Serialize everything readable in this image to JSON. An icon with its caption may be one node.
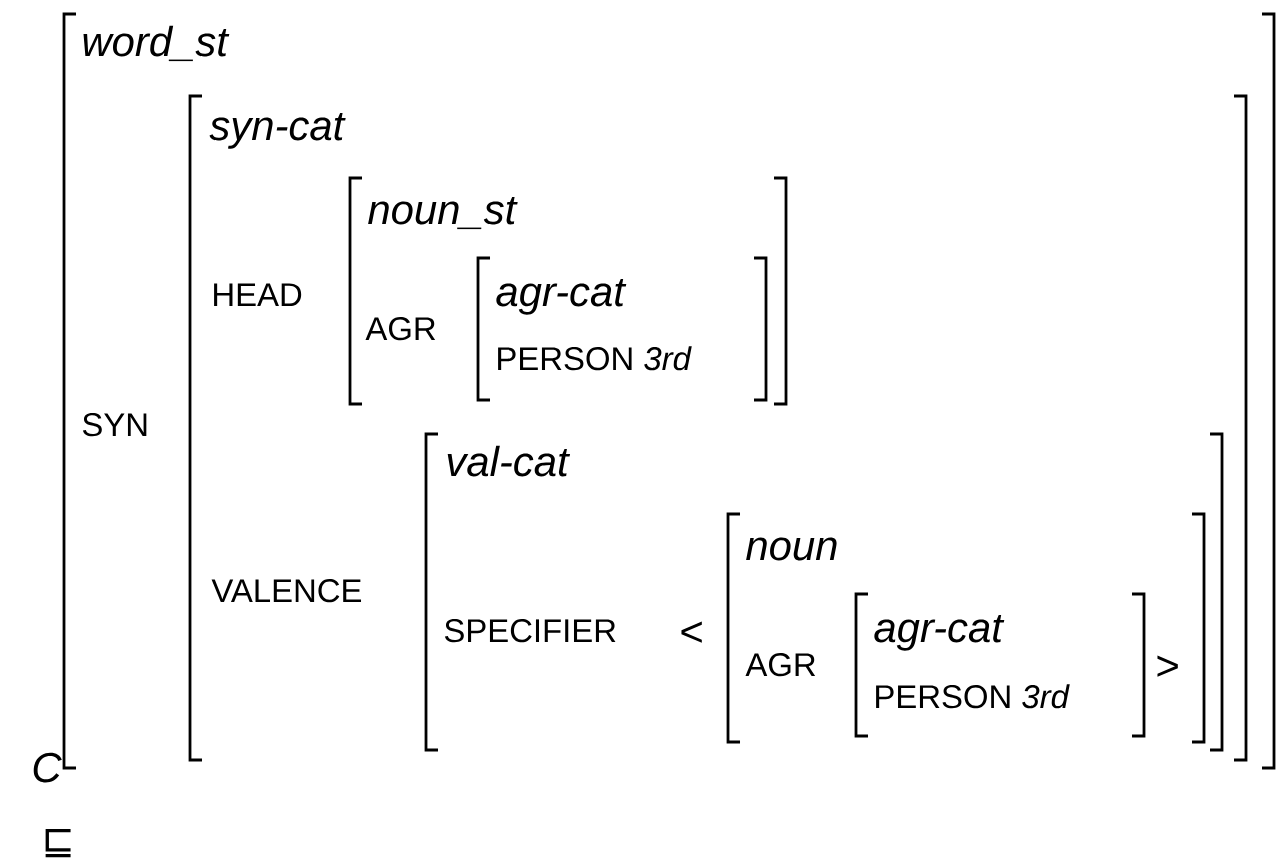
{
  "diagram": {
    "nodes": [
      {
        "text": [
          "word_st",
          "SYN"
        ]
      },
      {
        "text": [
          "syn-cat",
          "HEAD",
          "VALENCE"
        ],
        "in": 0
      },
      {
        "text": [
          "noun_st",
          "AGR"
        ],
        "in": 1
      },
      {
        "text": [
          "agr-cat",
          "PERSON *3rd*"
        ],
        "in": 2
      },
      {
        "text": [
          "val-cat",
          "SPECIFIER",
          "<"
        ],
        "in": 1
      },
      {
        "text": [
          "noun",
          "AGR",
          ">"
        ],
        "in": 4
      },
      {
        "text": [
          "agr-cat",
          "PERSON *3rd*"
        ],
        "in": 5
      }
    ],
    "labels": [
      "C",
      "⊑"
    ]
  }
}
